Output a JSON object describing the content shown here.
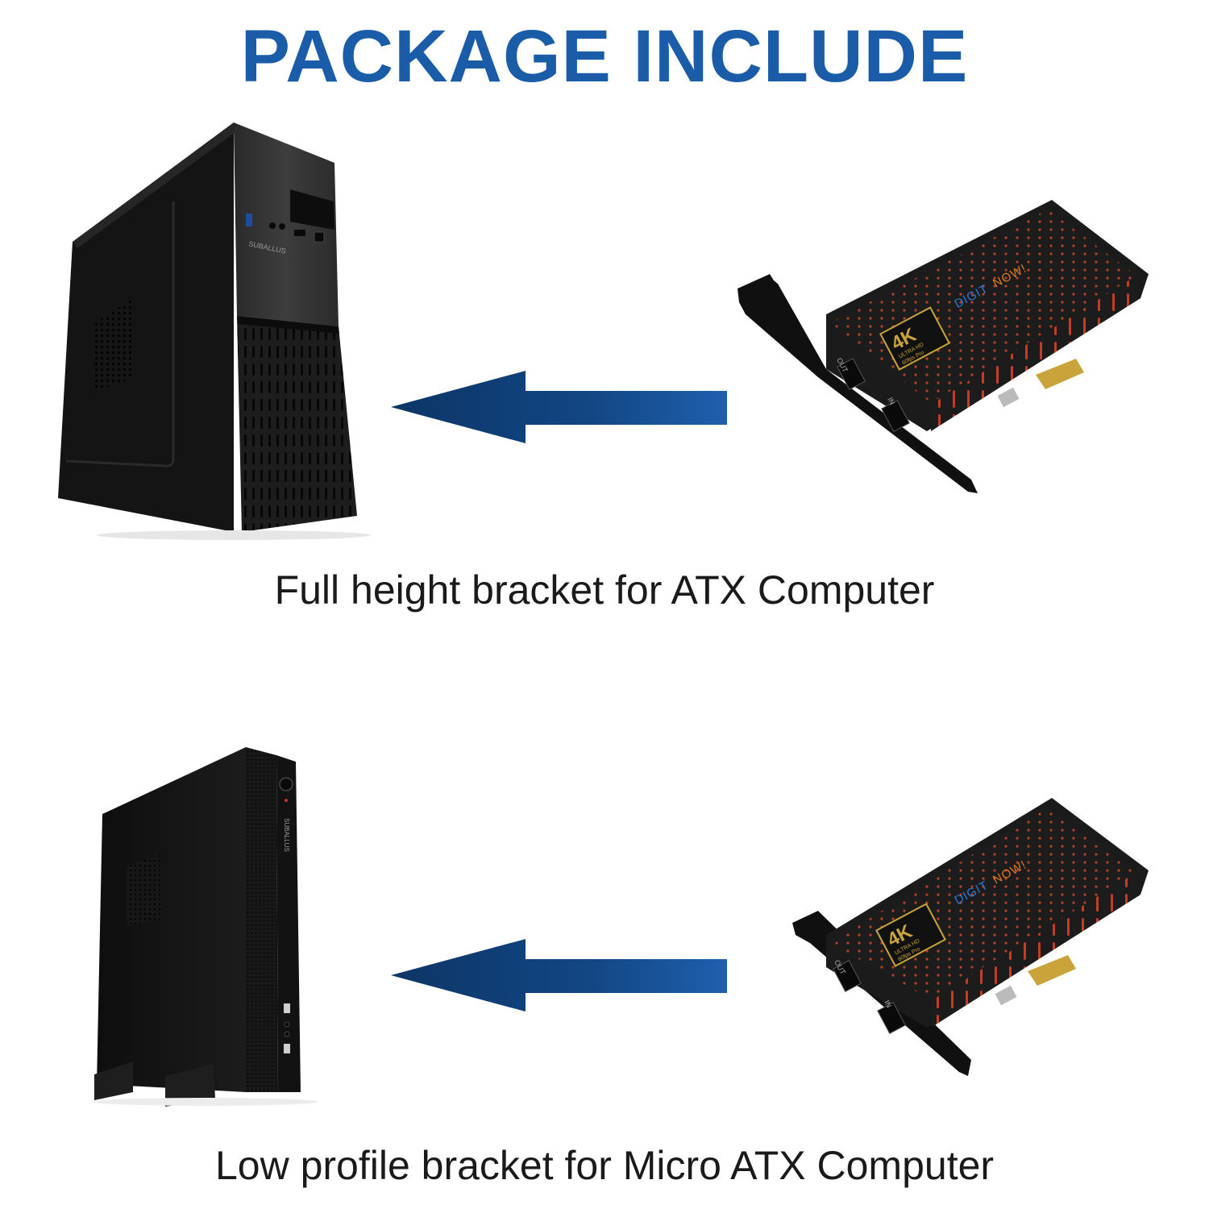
{
  "page": {
    "title": "PACKAGE INCLUDE",
    "colors": {
      "title": "#1a5ca8",
      "arrow_dark": "#0c3566",
      "arrow_light": "#1f5fae",
      "gold": "#c9a43a"
    }
  },
  "rows": [
    {
      "caption": "Full height bracket for ATX Computer",
      "computer_brand": "SUBALLUS",
      "card": {
        "brand_left": "DIGIT",
        "brand_right": "NOW!",
        "badge_main": "4K",
        "badge_sub": "ULTRA HD",
        "badge_fps": "60fps Pro",
        "port_out": "OUT",
        "port_in": "IN"
      }
    },
    {
      "caption": "Low profile bracket for Micro ATX Computer",
      "computer_brand": "SUBALLUS",
      "card": {
        "brand_left": "DIGIT",
        "brand_right": "NOW!",
        "badge_main": "4K",
        "badge_sub": "ULTRA HD",
        "badge_fps": "60fps Pro",
        "port_out": "OUT",
        "port_in": "IN"
      }
    }
  ]
}
